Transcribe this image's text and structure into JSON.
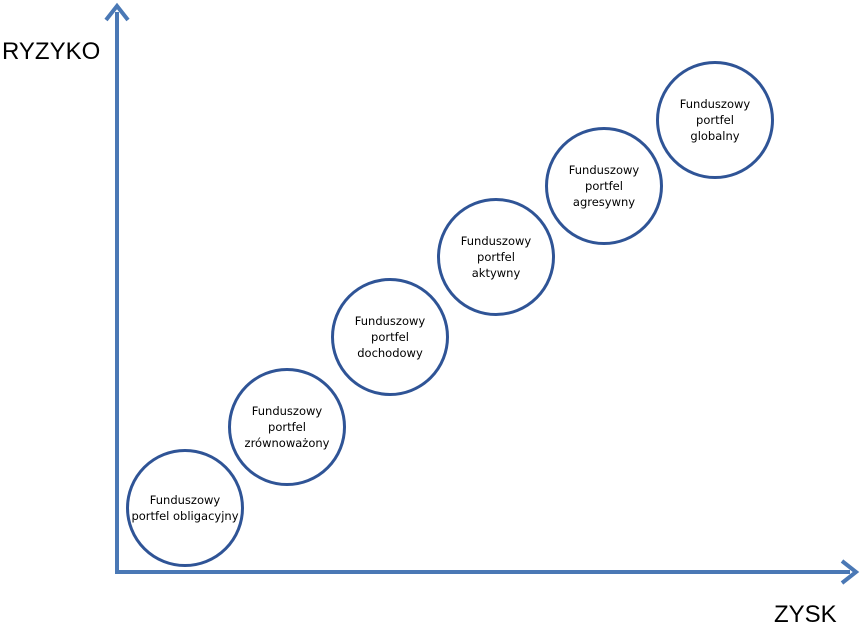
{
  "axes": {
    "y_label": "RYZYKO",
    "x_label": "ZYSK",
    "color": "#4a78b5"
  },
  "nodes": [
    {
      "lines": [
        "Funduszowy",
        "portfel obligacyjny"
      ]
    },
    {
      "lines": [
        "Funduszowy",
        "portfel",
        "zrównoważony"
      ]
    },
    {
      "lines": [
        "Funduszowy",
        "portfel",
        "dochodowy"
      ]
    },
    {
      "lines": [
        "Funduszowy",
        "portfel",
        "aktywny"
      ]
    },
    {
      "lines": [
        "Funduszowy",
        "portfel",
        "agresywny"
      ]
    },
    {
      "lines": [
        "Funduszowy",
        "portfel",
        "globalny"
      ]
    }
  ],
  "node_border_color": "#2f5496"
}
